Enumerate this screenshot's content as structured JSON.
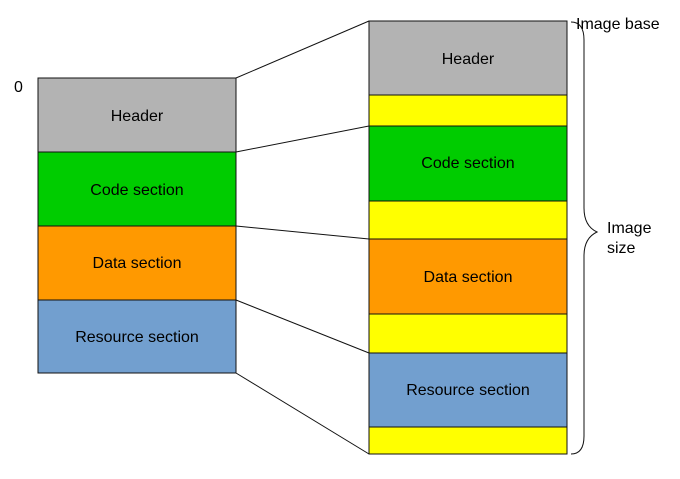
{
  "origin_label": "0",
  "image_base_label": "Image base",
  "image_size_label": [
    "Image",
    "size"
  ],
  "colors": {
    "header": "#b3b3b3",
    "code": "#00cc00",
    "data": "#ff9900",
    "resource": "#729fcf",
    "padding": "#ffff00"
  },
  "file_layout": {
    "sections": [
      "Header",
      "Code section",
      "Data section",
      "Resource section"
    ]
  },
  "memory_layout": {
    "sections": [
      "Header",
      "Code section",
      "Data section",
      "Resource section"
    ]
  }
}
